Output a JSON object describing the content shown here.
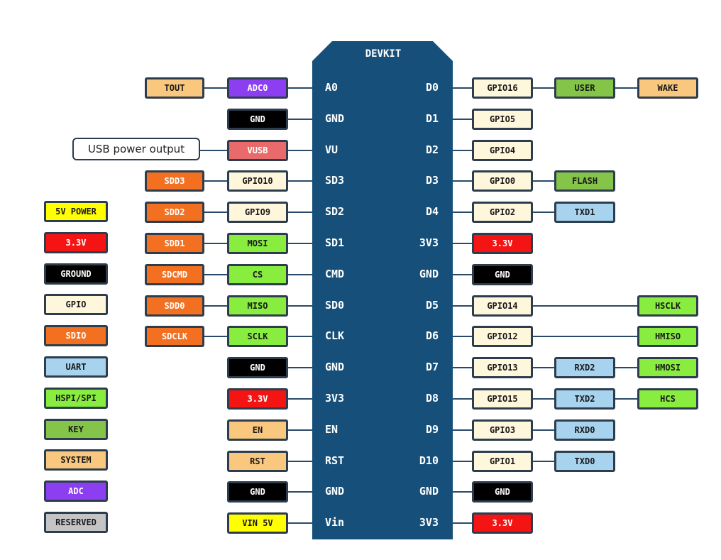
{
  "board": {
    "title": "DEVKIT"
  },
  "callout": {
    "text": "USB power output"
  },
  "colors": {
    "board": "#16507a",
    "line": "#2a4a6a",
    "system": "#f9c77e",
    "adc": "#8b3ff0",
    "gpio": "#fef7dc",
    "key": "#84c448",
    "black": "#000000",
    "vusb": "#e86a6a",
    "sdio": "#f37021",
    "spi": "#88ed3f",
    "red": "#f41414",
    "uart": "#a8d3ef",
    "yellow": "#ffff00",
    "reserved": "#c4c4c4"
  },
  "pins": [
    {
      "left": "A0",
      "right": "D0",
      "left_boxes": [
        {
          "text": "TOUT",
          "c": "system"
        },
        {
          "text": "ADC0",
          "c": "adc"
        }
      ],
      "right_boxes": [
        {
          "text": "GPIO16",
          "c": "gpio"
        },
        {
          "text": "USER",
          "c": "key"
        },
        {
          "text": "WAKE",
          "c": "system"
        }
      ]
    },
    {
      "left": "GND",
      "right": "D1",
      "left_boxes": [
        {
          "text": "GND",
          "c": "black"
        }
      ],
      "right_boxes": [
        {
          "text": "GPIO5",
          "c": "gpio"
        }
      ]
    },
    {
      "left": "VU",
      "right": "D2",
      "left_boxes": [
        {
          "text": "VUSB",
          "c": "vusb"
        }
      ],
      "right_boxes": [
        {
          "text": "GPIO4",
          "c": "gpio"
        }
      ]
    },
    {
      "left": "SD3",
      "right": "D3",
      "left_boxes": [
        {
          "text": "SDD3",
          "c": "sdio"
        },
        {
          "text": "GPIO10",
          "c": "gpio"
        }
      ],
      "right_boxes": [
        {
          "text": "GPIO0",
          "c": "gpio"
        },
        {
          "text": "FLASH",
          "c": "key"
        }
      ]
    },
    {
      "left": "SD2",
      "right": "D4",
      "left_boxes": [
        {
          "text": "SDD2",
          "c": "sdio"
        },
        {
          "text": "GPIO9",
          "c": "gpio"
        }
      ],
      "right_boxes": [
        {
          "text": "GPIO2",
          "c": "gpio"
        },
        {
          "text": "TXD1",
          "c": "uart"
        }
      ]
    },
    {
      "left": "SD1",
      "right": "3V3",
      "left_boxes": [
        {
          "text": "SDD1",
          "c": "sdio"
        },
        {
          "text": "MOSI",
          "c": "spi"
        }
      ],
      "right_boxes": [
        {
          "text": "3.3V",
          "c": "red"
        }
      ]
    },
    {
      "left": "CMD",
      "right": "GND",
      "left_boxes": [
        {
          "text": "SDCMD",
          "c": "sdio"
        },
        {
          "text": "CS",
          "c": "spi"
        }
      ],
      "right_boxes": [
        {
          "text": "GND",
          "c": "black"
        }
      ]
    },
    {
      "left": "SD0",
      "right": "D5",
      "left_boxes": [
        {
          "text": "SDD0",
          "c": "sdio"
        },
        {
          "text": "MISO",
          "c": "spi"
        }
      ],
      "right_boxes": [
        {
          "text": "GPIO14",
          "c": "gpio"
        },
        {
          "text": "HSCLK",
          "c": "spi",
          "far": true
        }
      ]
    },
    {
      "left": "CLK",
      "right": "D6",
      "left_boxes": [
        {
          "text": "SDCLK",
          "c": "sdio"
        },
        {
          "text": "SCLK",
          "c": "spi"
        }
      ],
      "right_boxes": [
        {
          "text": "GPIO12",
          "c": "gpio"
        },
        {
          "text": "HMISO",
          "c": "spi",
          "far": true
        }
      ]
    },
    {
      "left": "GND",
      "right": "D7",
      "left_boxes": [
        {
          "text": "GND",
          "c": "black"
        }
      ],
      "right_boxes": [
        {
          "text": "GPIO13",
          "c": "gpio"
        },
        {
          "text": "RXD2",
          "c": "uart"
        },
        {
          "text": "HMOSI",
          "c": "spi"
        }
      ]
    },
    {
      "left": "3V3",
      "right": "D8",
      "left_boxes": [
        {
          "text": "3.3V",
          "c": "red"
        }
      ],
      "right_boxes": [
        {
          "text": "GPIO15",
          "c": "gpio"
        },
        {
          "text": "TXD2",
          "c": "uart"
        },
        {
          "text": "HCS",
          "c": "spi"
        }
      ]
    },
    {
      "left": "EN",
      "right": "D9",
      "left_boxes": [
        {
          "text": "EN",
          "c": "system"
        }
      ],
      "right_boxes": [
        {
          "text": "GPIO3",
          "c": "gpio"
        },
        {
          "text": "RXD0",
          "c": "uart"
        }
      ]
    },
    {
      "left": "RST",
      "right": "D10",
      "left_boxes": [
        {
          "text": "RST",
          "c": "system"
        }
      ],
      "right_boxes": [
        {
          "text": "GPIO1",
          "c": "gpio"
        },
        {
          "text": "TXD0",
          "c": "uart"
        }
      ]
    },
    {
      "left": "GND",
      "right": "GND",
      "left_boxes": [
        {
          "text": "GND",
          "c": "black"
        }
      ],
      "right_boxes": [
        {
          "text": "GND",
          "c": "black"
        }
      ]
    },
    {
      "left": "Vin",
      "right": "3V3",
      "left_boxes": [
        {
          "text": "VIN 5V",
          "c": "yellow"
        }
      ],
      "right_boxes": [
        {
          "text": "3.3V",
          "c": "red"
        }
      ]
    }
  ],
  "legend": [
    {
      "text": "5V POWER",
      "c": "yellow"
    },
    {
      "text": "3.3V",
      "c": "red"
    },
    {
      "text": "GROUND",
      "c": "black"
    },
    {
      "text": "GPIO",
      "c": "gpio"
    },
    {
      "text": "SDIO",
      "c": "sdio"
    },
    {
      "text": "UART",
      "c": "uart"
    },
    {
      "text": "HSPI/SPI",
      "c": "spi"
    },
    {
      "text": "KEY",
      "c": "key"
    },
    {
      "text": "SYSTEM",
      "c": "system"
    },
    {
      "text": "ADC",
      "c": "adc"
    },
    {
      "text": "RESERVED",
      "c": "reserved"
    }
  ]
}
